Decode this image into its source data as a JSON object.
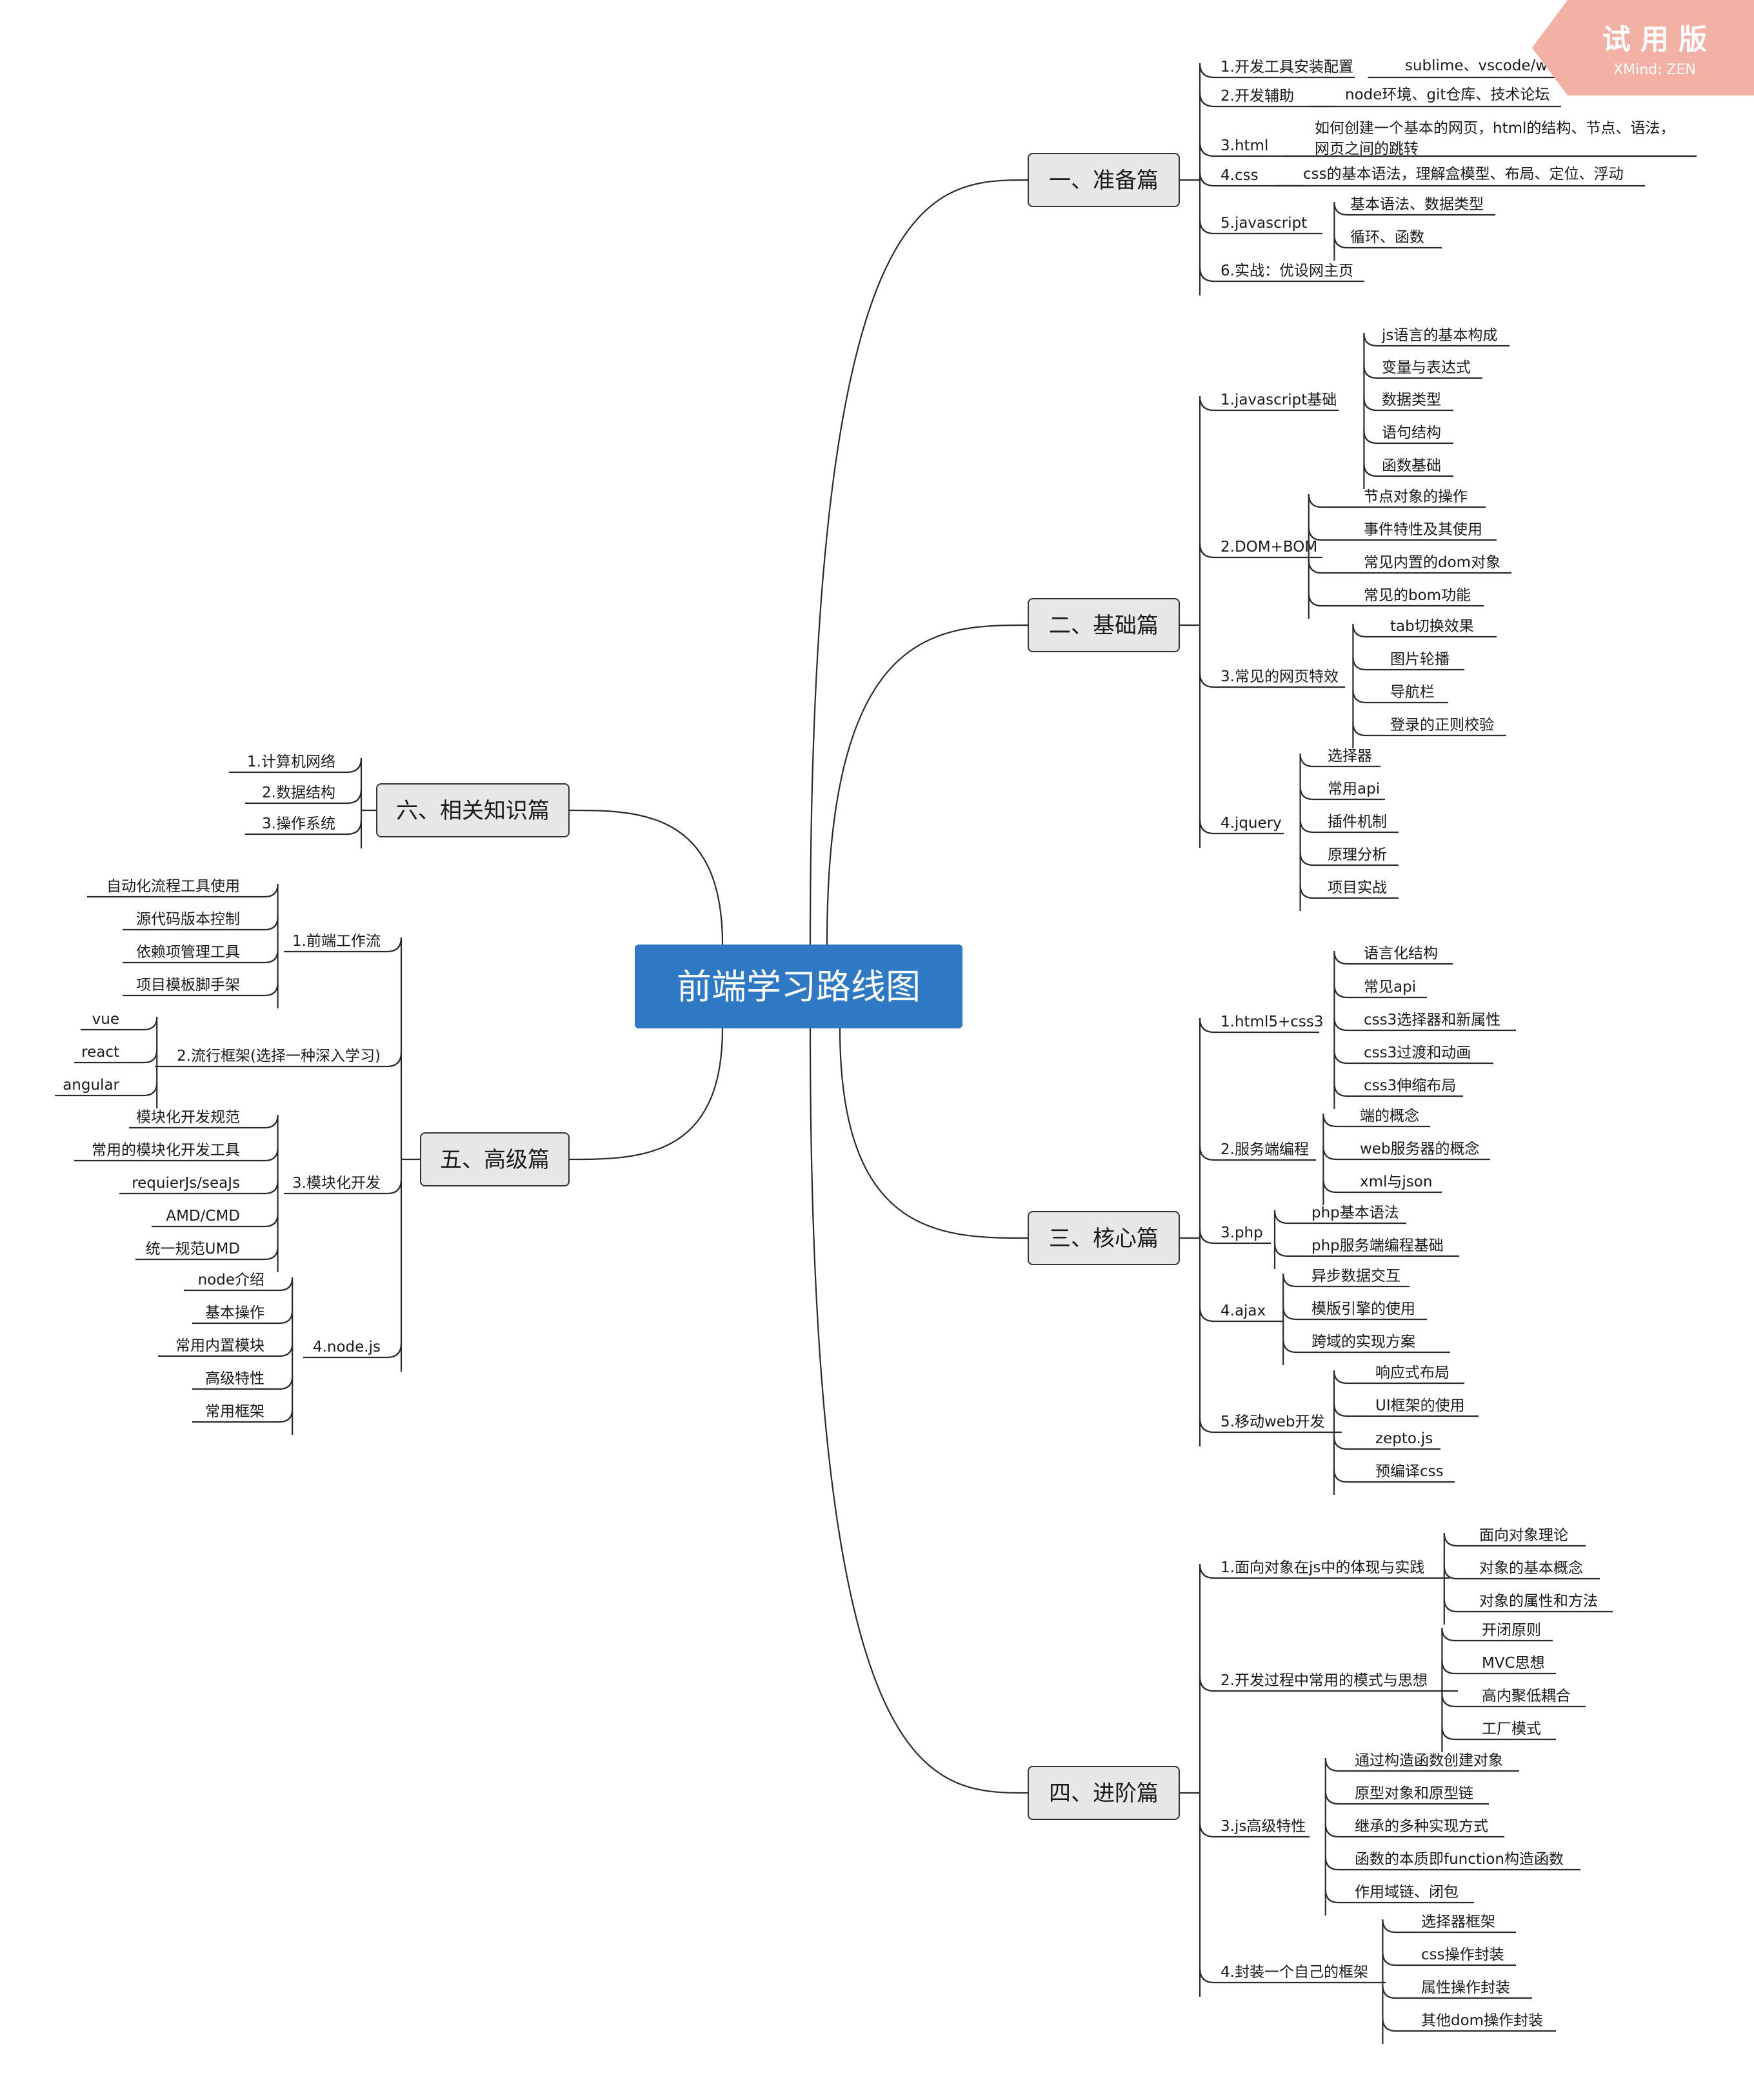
{
  "root": "前端学习路线图",
  "watermark": {
    "label": "试 用 版",
    "brand": "XMind: ZEN"
  },
  "colors": {
    "root_fill": "#2f78c4",
    "root_text": "#ffffff",
    "main_fill": "#e7e7e7",
    "line": "#2a2a2a",
    "watermark_fill": "#f3b1a5"
  },
  "branches": [
    {
      "label": "一、准备篇",
      "children": [
        {
          "label": "1.开发工具安装配置",
          "children": [
            {
              "label": "sublime、vscode/webstorm"
            }
          ]
        },
        {
          "label": "2.开发辅助",
          "children": [
            {
              "label": "node环境、git仓库、技术论坛"
            }
          ]
        },
        {
          "label": "3.html",
          "children": [
            {
              "label": "如何创建一个基本的网页，html的结构、节点、语法，",
              "label2": "网页之间的跳转"
            }
          ]
        },
        {
          "label": "4.css",
          "children": [
            {
              "label": "css的基本语法，理解盒模型、布局、定位、浮动"
            }
          ]
        },
        {
          "label": "5.javascript",
          "children": [
            {
              "label": "基本语法、数据类型"
            },
            {
              "label": "循环、函数"
            }
          ]
        },
        {
          "label": "6.实战：优设网主页"
        }
      ]
    },
    {
      "label": "二、基础篇",
      "children": [
        {
          "label": "1.javascript基础",
          "children": [
            {
              "label": "js语言的基本构成"
            },
            {
              "label": "变量与表达式"
            },
            {
              "label": "数据类型"
            },
            {
              "label": "语句结构"
            },
            {
              "label": "函数基础"
            }
          ]
        },
        {
          "label": "2.DOM+BOM",
          "children": [
            {
              "label": "节点对象的操作"
            },
            {
              "label": "事件特性及其使用"
            },
            {
              "label": "常见内置的dom对象"
            },
            {
              "label": "常见的bom功能"
            }
          ]
        },
        {
          "label": "3.常见的网页特效",
          "children": [
            {
              "label": "tab切换效果"
            },
            {
              "label": "图片轮播"
            },
            {
              "label": "导航栏"
            },
            {
              "label": "登录的正则校验"
            }
          ]
        },
        {
          "label": "4.jquery",
          "children": [
            {
              "label": "选择器"
            },
            {
              "label": "常用api"
            },
            {
              "label": "插件机制"
            },
            {
              "label": "原理分析"
            },
            {
              "label": "项目实战"
            }
          ]
        }
      ]
    },
    {
      "label": "三、核心篇",
      "children": [
        {
          "label": "1.html5+css3",
          "children": [
            {
              "label": "语言化结构"
            },
            {
              "label": "常见api"
            },
            {
              "label": "css3选择器和新属性"
            },
            {
              "label": "css3过渡和动画"
            },
            {
              "label": "css3伸缩布局"
            }
          ]
        },
        {
          "label": "2.服务端编程",
          "children": [
            {
              "label": "端的概念"
            },
            {
              "label": "web服务器的概念"
            },
            {
              "label": "xml与json"
            }
          ]
        },
        {
          "label": "3.php",
          "children": [
            {
              "label": "php基本语法"
            },
            {
              "label": "php服务端编程基础"
            }
          ]
        },
        {
          "label": "4.ajax",
          "children": [
            {
              "label": "异步数据交互"
            },
            {
              "label": "模版引擎的使用"
            },
            {
              "label": "跨域的实现方案"
            }
          ]
        },
        {
          "label": "5.移动web开发",
          "children": [
            {
              "label": "响应式布局"
            },
            {
              "label": "UI框架的使用"
            },
            {
              "label": "zepto.js"
            },
            {
              "label": "预编译css"
            }
          ]
        }
      ]
    },
    {
      "label": "四、进阶篇",
      "children": [
        {
          "label": "1.面向对象在js中的体现与实践",
          "children": [
            {
              "label": "面向对象理论"
            },
            {
              "label": "对象的基本概念"
            },
            {
              "label": "对象的属性和方法"
            }
          ]
        },
        {
          "label": "2.开发过程中常用的模式与思想",
          "children": [
            {
              "label": "开闭原则"
            },
            {
              "label": "MVC思想"
            },
            {
              "label": "高内聚低耦合"
            },
            {
              "label": "工厂模式"
            }
          ]
        },
        {
          "label": "3.js高级特性",
          "children": [
            {
              "label": "通过构造函数创建对象"
            },
            {
              "label": "原型对象和原型链"
            },
            {
              "label": "继承的多种实现方式"
            },
            {
              "label": "函数的本质即function构造函数"
            },
            {
              "label": "作用域链、闭包"
            }
          ]
        },
        {
          "label": "4.封装一个自己的框架",
          "children": [
            {
              "label": "选择器框架"
            },
            {
              "label": "css操作封装"
            },
            {
              "label": "属性操作封装"
            },
            {
              "label": "其他dom操作封装"
            }
          ]
        }
      ]
    },
    {
      "label": "五、高级篇",
      "children": [
        {
          "label": "1.前端工作流",
          "children": [
            {
              "label": "自动化流程工具使用"
            },
            {
              "label": "源代码版本控制"
            },
            {
              "label": "依赖项管理工具"
            },
            {
              "label": "项目模板脚手架"
            }
          ]
        },
        {
          "label": "2.流行框架(选择一种深入学习)",
          "children": [
            {
              "label": "vue"
            },
            {
              "label": "react"
            },
            {
              "label": "angular"
            }
          ]
        },
        {
          "label": "3.模块化开发",
          "children": [
            {
              "label": "模块化开发规范"
            },
            {
              "label": "常用的模块化开发工具"
            },
            {
              "label": "requierJs/seaJs"
            },
            {
              "label": "AMD/CMD"
            },
            {
              "label": "统一规范UMD"
            }
          ]
        },
        {
          "label": "4.node.js",
          "children": [
            {
              "label": "node介绍"
            },
            {
              "label": "基本操作"
            },
            {
              "label": "常用内置模块"
            },
            {
              "label": "高级特性"
            },
            {
              "label": "常用框架"
            }
          ]
        }
      ]
    },
    {
      "label": "六、相关知识篇",
      "children": [
        {
          "label": "1.计算机网络"
        },
        {
          "label": "2.数据结构"
        },
        {
          "label": "3.操作系统"
        }
      ]
    }
  ]
}
